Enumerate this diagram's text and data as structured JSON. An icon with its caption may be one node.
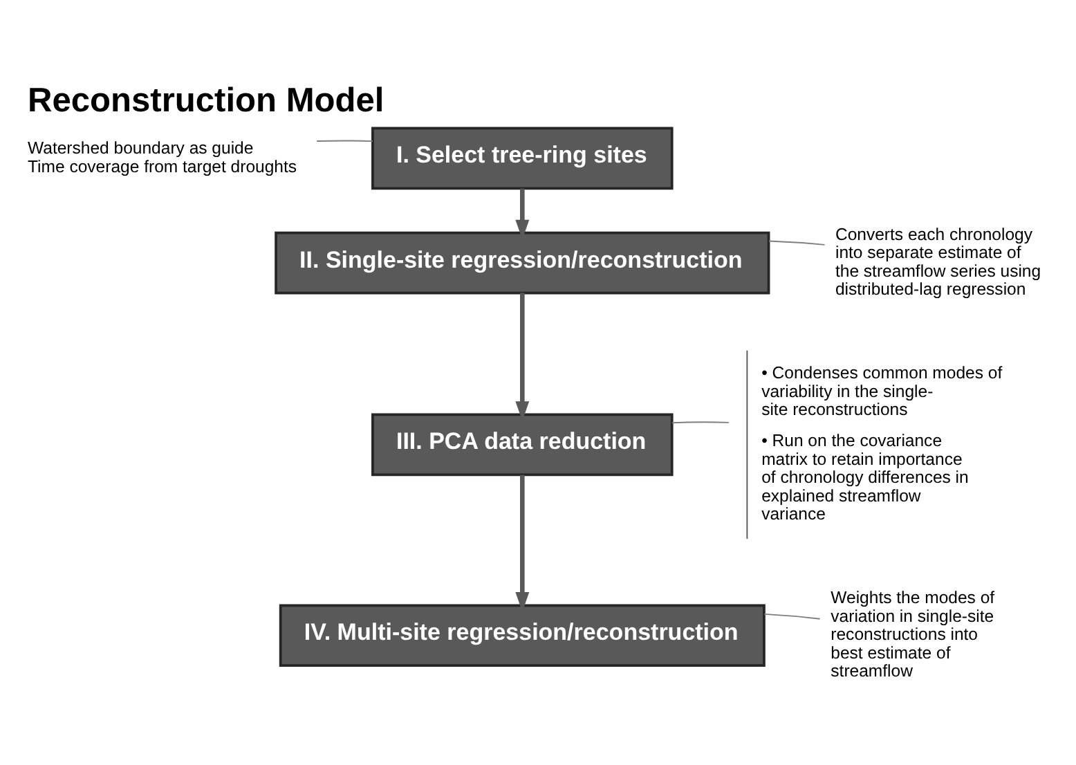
{
  "diagram": {
    "title": "Reconstruction Model",
    "nodes": [
      {
        "text": [
          "Watershed boundary as guide",
          "Time coverage from target droughts"
        ]
      },
      {
        "text": [
          "I. Select tree-ring sites"
        ]
      },
      {
        "text": [
          "Converts each chronology into separate estimate of the streamflow series using distributed-lag regression"
        ]
      },
      {
        "text": [
          "II. Single-site regression/reconstruction"
        ]
      },
      {
        "text": [
          "• Condenses common modes of variability in the single-site reconstructions",
          "• Run on the covariance matrix to retain importance of chronology differences in explained streamflow variance"
        ]
      },
      {
        "text": [
          "III. PCA data reduction"
        ]
      },
      {
        "text": [
          "IV. Multi-site regression/reconstruction"
        ]
      },
      {
        "text": [
          "Weights the modes of variation in single-site reconstructions into best estimate of streamflow"
        ]
      }
    ],
    "edges": [
      {
        "from": 0,
        "to": 1,
        "arrow": "none",
        "color": "#7f7f7f"
      },
      {
        "from": 1,
        "to": 3,
        "arrow": "to",
        "style": "thick"
      },
      {
        "from": 2,
        "to": 3,
        "arrow": "none",
        "color": "#7f7f7f"
      },
      {
        "from": 3,
        "to": 5,
        "arrow": "to",
        "style": "thick"
      },
      {
        "from": 5,
        "to": 4,
        "arrow": "none",
        "color": "#7f7f7f"
      },
      {
        "from": 5,
        "to": 6,
        "arrow": "to",
        "style": "thick"
      },
      {
        "from": 6,
        "to": 7,
        "arrow": "none",
        "color": "#7f7f7f"
      }
    ]
  }
}
